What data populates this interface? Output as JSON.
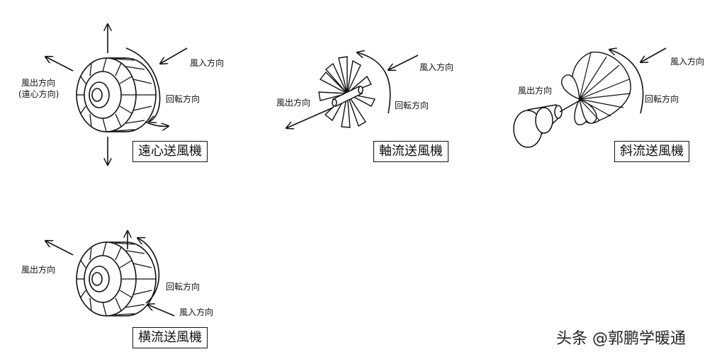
{
  "diagrams": {
    "centrifugal": {
      "title": "遠心送風機",
      "outlet_label": "風出方向",
      "outlet_sub_label": "(遠心方向)",
      "rotation_label": "回転方向",
      "inlet_label": "風入方向"
    },
    "axial": {
      "title": "軸流送風機",
      "outlet_label": "風出方向",
      "rotation_label": "回転方向",
      "inlet_label": "風入方向"
    },
    "mixed": {
      "title": "斜流送風機",
      "outlet_label": "風出方向",
      "rotation_label": "回転方向",
      "inlet_label": "風入方向"
    },
    "crossflow": {
      "title": "横流送風機",
      "outlet_label": "風出方向",
      "rotation_label": "回転方向",
      "inlet_label": "風入方向"
    }
  },
  "watermark": "头条 @郭鹏学暖通"
}
